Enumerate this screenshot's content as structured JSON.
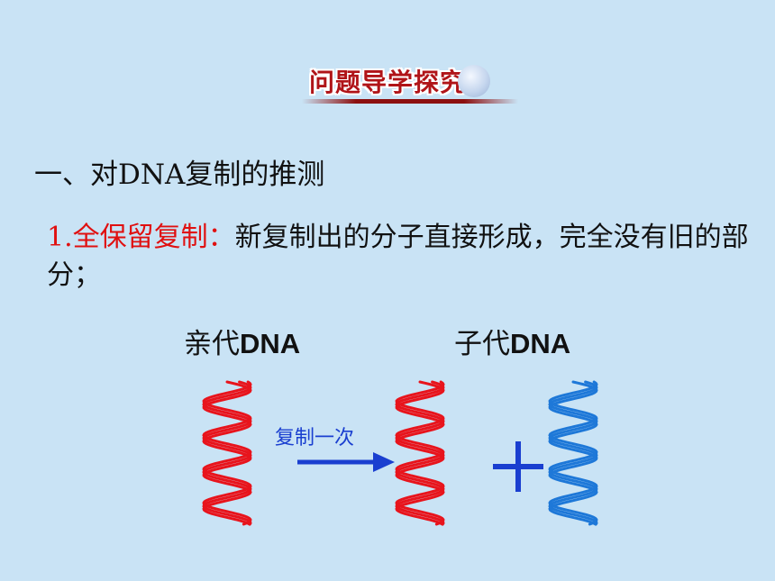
{
  "banner": {
    "title": "问题导学探究"
  },
  "section": {
    "heading": "一、对DNA复制的推测"
  },
  "point1": {
    "label": "1.全保留复制：",
    "text": "新复制出的分子直接形成，完全没有旧的部分；"
  },
  "diagram": {
    "parent_prefix": "亲代",
    "parent_suffix": "DNA",
    "child_prefix": "子代",
    "child_suffix": "DNA",
    "arrow_label": "复制一次",
    "plus_sign": "+",
    "colors": {
      "parent_strand": "#e8141c",
      "new_strand": "#1e78d8",
      "arrow": "#1a3fd0",
      "plus": "#1a3fd0"
    }
  }
}
